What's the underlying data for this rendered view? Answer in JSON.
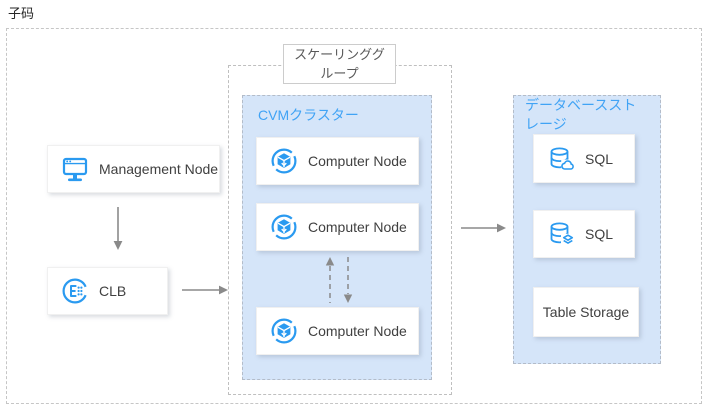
{
  "page": {
    "label": "子码"
  },
  "colors": {
    "icon_blue": "#2a9af0",
    "title_blue": "#40a3f5",
    "panel_fill": "#d5e5f9",
    "arrow_gray": "#8a8a8a"
  },
  "left_column": {
    "management_node": {
      "label": "Management Node",
      "icon": "monitor-icon"
    },
    "clb": {
      "label": "CLB",
      "icon": "load-balancer-icon"
    }
  },
  "scaling_group": {
    "title": "スケーリンググループ",
    "cvm_cluster": {
      "title": "CVMクラスター",
      "nodes": [
        {
          "label": "Computer Node",
          "icon": "cvm-icon"
        },
        {
          "label": "Computer Node",
          "icon": "cvm-icon"
        },
        {
          "label": "Computer Node",
          "icon": "cvm-icon"
        }
      ]
    }
  },
  "database_storage": {
    "title": "データベースストレージ",
    "items": [
      {
        "label": "SQL",
        "icon": "database-cloud-icon"
      },
      {
        "label": "SQL",
        "icon": "database-layers-icon"
      },
      {
        "label": "Table Storage",
        "icon": "none"
      }
    ]
  }
}
